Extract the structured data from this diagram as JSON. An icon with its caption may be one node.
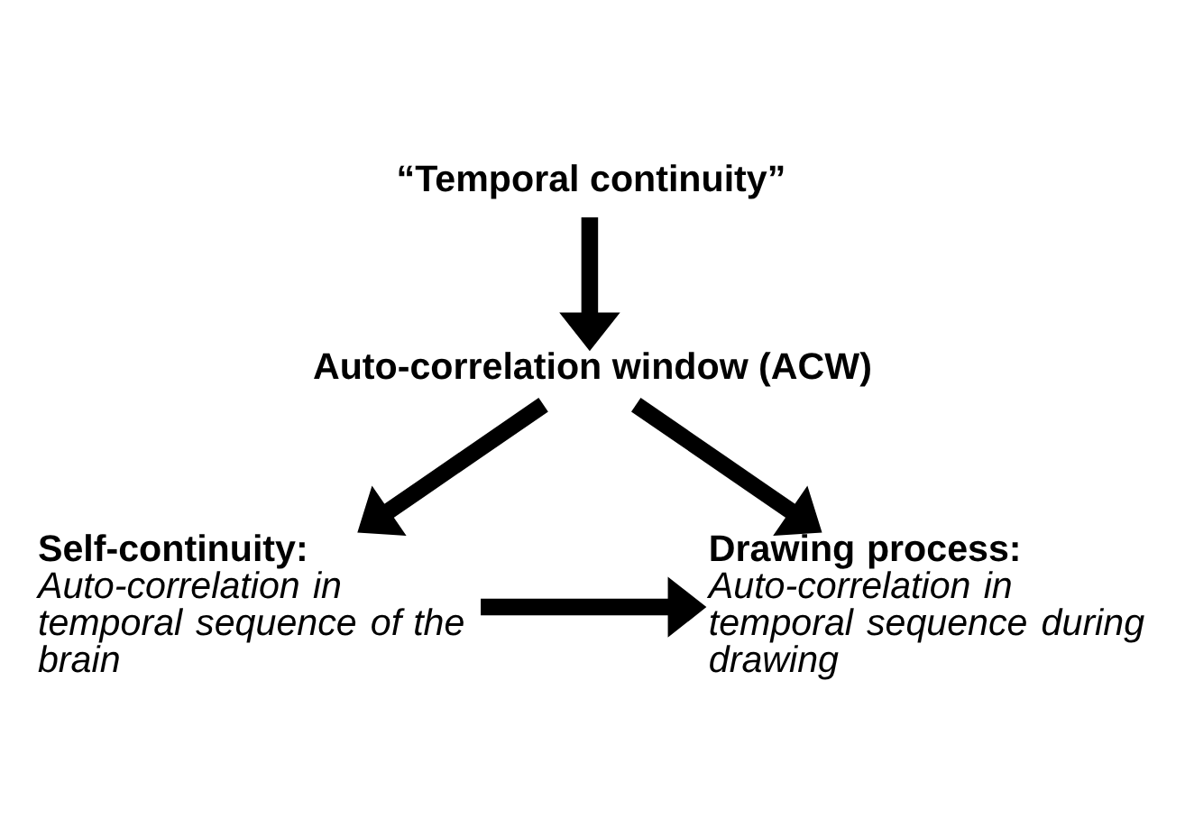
{
  "diagram": {
    "nodes": [
      {
        "text": [
          "“Temporal continuity”"
        ]
      },
      {
        "text": [
          "Auto-correlation window (ACW)"
        ]
      },
      {
        "text": [
          "Self-continuity:",
          "Auto-correlation in temporal sequence of the brain"
        ]
      },
      {
        "text": [
          "Drawing process:",
          "Auto-correlation in temporal sequence during drawing"
        ]
      }
    ],
    "edges": [
      {
        "from": 0,
        "to": 1,
        "arrow": "to"
      },
      {
        "from": 1,
        "to": 2,
        "arrow": "to"
      },
      {
        "from": 1,
        "to": 3,
        "arrow": "to"
      },
      {
        "from": 2,
        "to": 3,
        "arrow": "to"
      }
    ]
  }
}
